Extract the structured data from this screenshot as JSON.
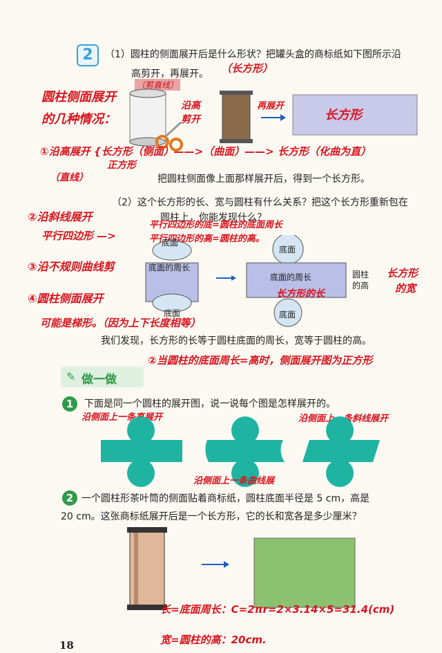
{
  "exercise2": {
    "badge": "2",
    "q1_line1": "（1）圆柱的侧面展开后是什么形状？把罐头盒的商标纸如下图所示沿",
    "q1_line2": "高剪开，再展开。",
    "conclusion": "把圆柱侧面像上面那样展开后，得到一个长方形。",
    "q2_line1": "（2）这个长方形的长、宽与圆柱有什么关系？把这个长方形重新包在",
    "q2_line2": "圆柱上，你能发现什么？",
    "fig_labels": {
      "base_top": "底面",
      "base_perimeter": "底面的周长",
      "base_bottom": "底面",
      "rect_top_circle": "底面",
      "rect_middle": "底面的周长",
      "rect_bottom_circle": "底面",
      "height_label_1": "圆柱",
      "height_label_2": "的高"
    },
    "finding": "我们发现，长方形的长等于圆柱底面的周长，宽等于圆柱的高。"
  },
  "handwriting": {
    "note_shapes": "（长方形）",
    "cut_note": "（剪直线）",
    "left_title_1": "圆柱侧面展开",
    "left_title_2": "的几种情况：",
    "cut_along_1": "沿高",
    "cut_along_2": "剪开",
    "expand": "再展开",
    "rect_label": "长方形",
    "case1": "①沿高展开 {长方形（侧面）——>（曲面）——> 长方形（化曲为直）",
    "case1_sub": "正方形",
    "case1_note": "（直线）",
    "case2": "②沿斜线展开",
    "case2_a": "平行四边形的底=圆柱的底面周长",
    "case2_b": "平行四边形 —>",
    "case2_c": "平行四边形的高=圆柱的高。",
    "case3": "③沿不规则曲线剪",
    "case4_a": "④圆柱侧面展开",
    "case4_b": "可能是梯形。（因为上下长度相等）",
    "rect_label_2": "长方形的长",
    "width_note": "的宽",
    "rect_len_note": "长方形",
    "square_note": "②当圆柱的底面周长=高时，侧面展开图为正方形"
  },
  "practice": {
    "title": "做一做",
    "q1_num": "1",
    "q1_text": "下面是同一个圆柱的展开图，说一说每个图是怎样展开的。",
    "q1_note_a": "沿侧面上一条高展开",
    "q1_note_b": "沿侧面上一条斜线展开",
    "q1_note_c": "沿侧面上一条曲线展",
    "q2_num": "2",
    "q2_text_1": "一个圆柱形茶叶筒的侧面贴着商标纸，圆柱底面半径是 5 cm，高是",
    "q2_text_2": "20 cm。这张商标纸展开后是一个长方形，它的长和宽各是多少厘米？",
    "answer_1": "长=底面周长：C=2πr=2×3.14×5=31.4(cm)",
    "answer_2": "宽=圆柱的高：20cm."
  },
  "page_number": "18",
  "colors": {
    "teal": "#1fb3a2",
    "green_rect": "#8cc26f",
    "handwriting": "#d8141e",
    "badge_blue": "#3c9fd6",
    "badge_green": "#2f9a49"
  }
}
